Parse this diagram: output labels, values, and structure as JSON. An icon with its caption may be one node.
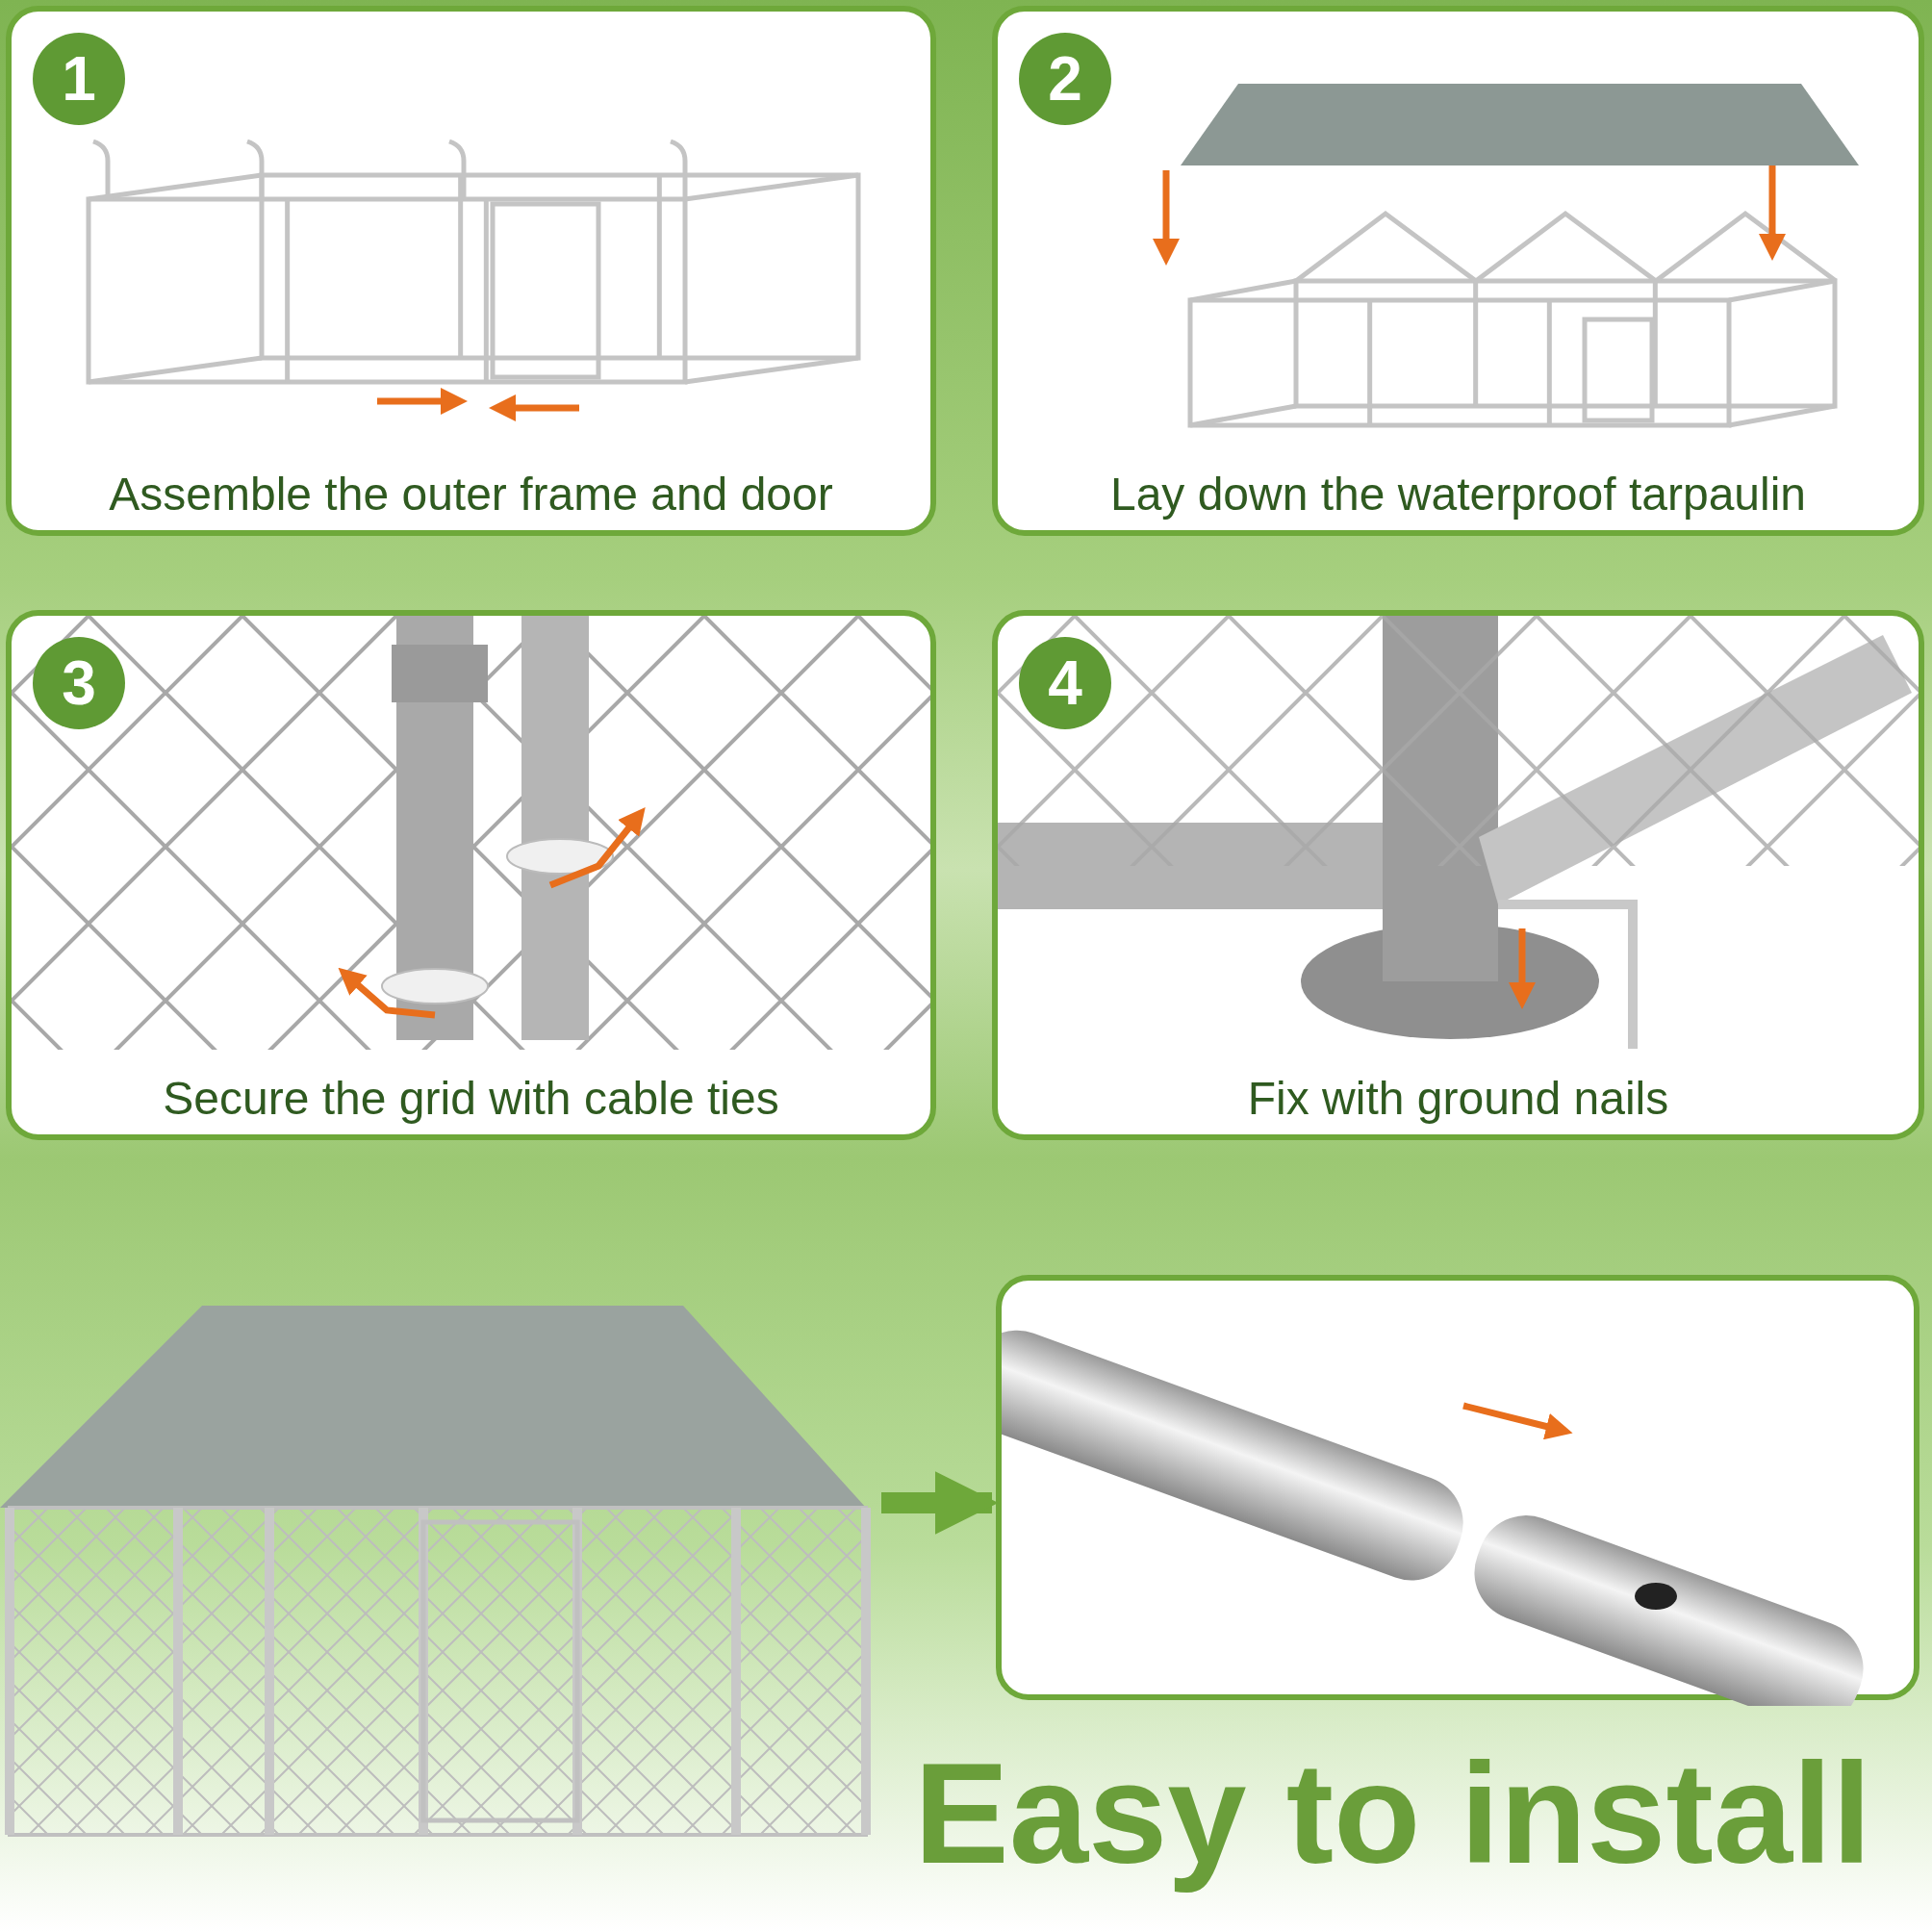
{
  "diagram": {
    "title": "Easy to install",
    "nodes": [
      {
        "text": [
          "1",
          "Assemble the outer frame and door"
        ]
      },
      {
        "text": [
          "2",
          "Lay down the waterproof tarpaulin"
        ]
      },
      {
        "text": [
          "3",
          "Secure the grid with cable ties"
        ]
      },
      {
        "text": [
          "4",
          "Fix with ground nails"
        ]
      },
      {
        "text": [],
        "shape": "picture"
      },
      {
        "text": [],
        "shape": "picture"
      }
    ],
    "edges": [
      {
        "from": 4,
        "to": 5,
        "arrow": "to"
      }
    ]
  }
}
